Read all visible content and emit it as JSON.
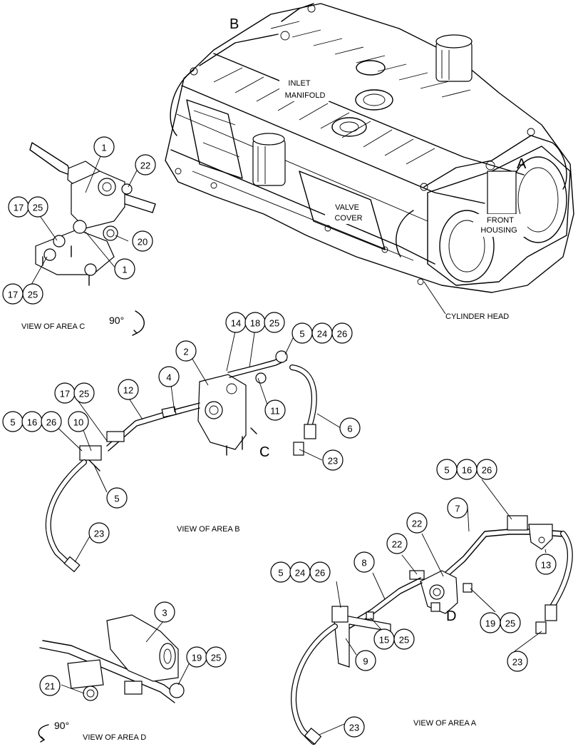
{
  "labels": {
    "inlet_manifold_1": "INLET",
    "inlet_manifold_2": "MANIFOLD",
    "valve_cover_1": "VALVE",
    "valve_cover_2": "COVER",
    "front_housing_1": "FRONT",
    "front_housing_2": "HOUSING",
    "cylinder_head": "CYLINDER HEAD",
    "view_area_a": "VIEW OF AREA  A",
    "view_area_b": "VIEW OF AREA B",
    "view_area_c": "VIEW OF AREA C",
    "view_area_d": "VIEW OF AREA D",
    "rotation_c": "90°",
    "rotation_d": "90°"
  },
  "area_letters": {
    "a_main": "A",
    "b_main": "B",
    "c_detail": "C",
    "d_detail": "D"
  },
  "callouts": {
    "c1_top": "1",
    "c22": "22",
    "c17a": "17",
    "c25a": "25",
    "c20": "20",
    "c1_bot": "1",
    "c17b": "17",
    "c25b": "25",
    "b14": "14",
    "b18": "18",
    "b25a": "25",
    "b5a": "5",
    "b24": "24",
    "b26a": "26",
    "b2": "2",
    "b4": "4",
    "b12": "12",
    "b17": "17",
    "b25b": "25",
    "b11": "11",
    "b5b": "5",
    "b16": "16",
    "b26b": "26",
    "b10": "10",
    "b6": "6",
    "b23a": "23",
    "b5c": "5",
    "b23b": "23",
    "a5a": "5",
    "a16": "16",
    "a26a": "26",
    "a7": "7",
    "a22a": "22",
    "a22b": "22",
    "a8": "8",
    "a13": "13",
    "a5b": "5",
    "a24": "24",
    "a26b": "26",
    "a19": "19",
    "a25a": "25",
    "a15": "15",
    "a25b": "25",
    "a9": "9",
    "a23a": "23",
    "a23b": "23",
    "d3": "3",
    "d19": "19",
    "d25": "25",
    "d21": "21"
  }
}
